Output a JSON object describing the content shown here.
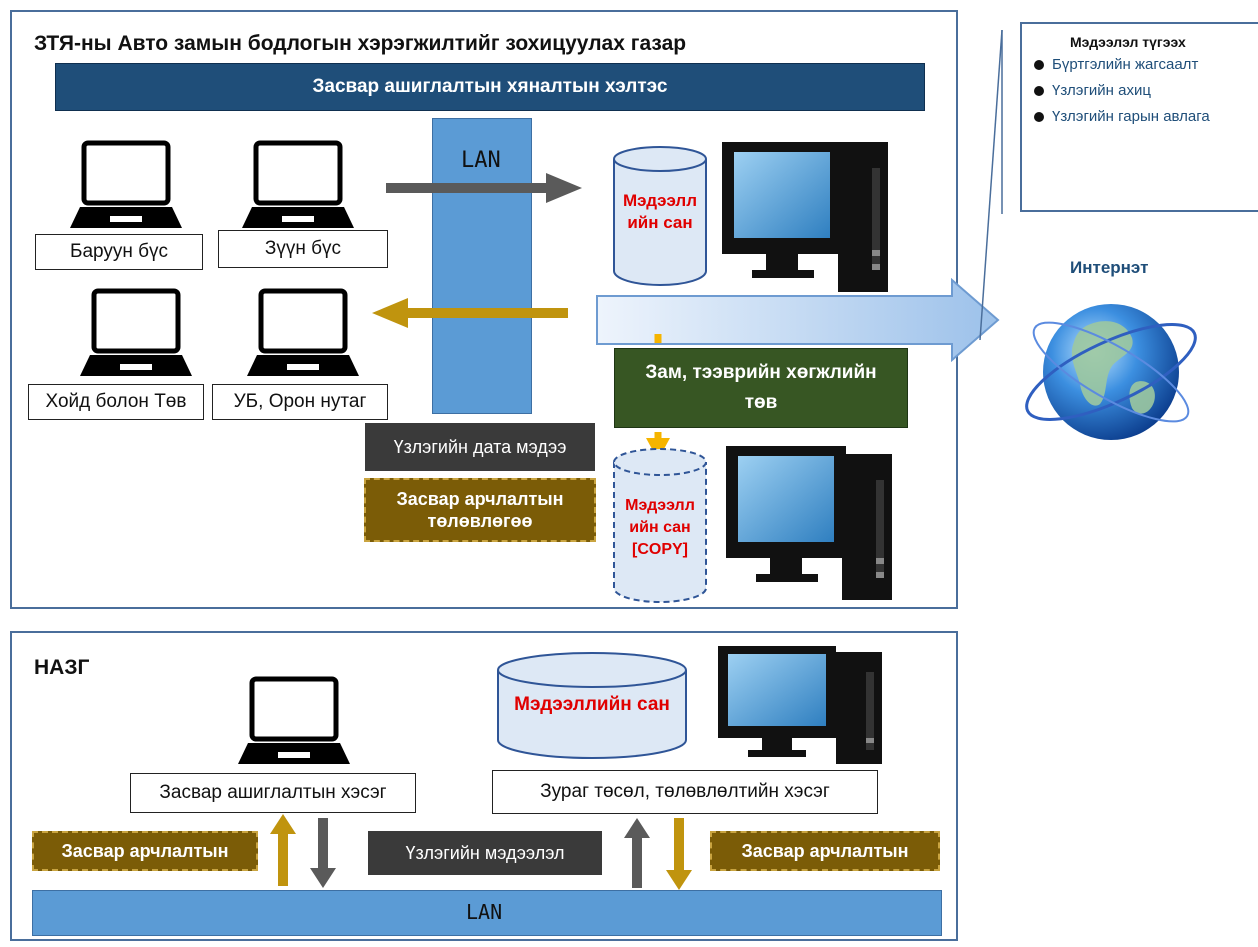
{
  "top_panel": {
    "title": "ЗТЯ-ны Авто замын бодлогын хэрэгжилтийг зохицуулах газар",
    "banner": "Засвар ашиглалтын хяналтын хэлтэс",
    "lan": "LAN",
    "laptops": [
      {
        "label": "Баруун бүс"
      },
      {
        "label": "Зүүн бүс"
      },
      {
        "label": "Хойд болон Төв"
      },
      {
        "label": "УБ, Орон нутаг"
      }
    ],
    "database": "Мэдээлл ийн сан",
    "database_copy": "Мэдээлл ийн сан [COPY]",
    "center_box": "Зам, тээврийн хөгжлийн төв",
    "survey_data": "Үзлэгийн дата мэдээ",
    "maintenance_plan": "Засвар арчлалтын төлөвлөгөө"
  },
  "info_box": {
    "title": "Мэдээлэл түгээх",
    "items": [
      "Бүртгэлийн жагсаалт",
      "Үзлэгийн ахиц",
      "Үзлэгийн гарын авлага"
    ]
  },
  "internet_label": "Интернэт",
  "bottom_panel": {
    "title": "НАЗГ",
    "database": "Мэдээллийн сан",
    "laptop_label": "Засвар ашиглалтын хэсэг",
    "design_label": "Зураг төсөл, төлөвлөлтийн хэсэг",
    "left_gold": "Засвар арчлалтын",
    "survey_info": "Үзлэгийн мэдээлэл",
    "right_gold": "Засвар арчлалтын",
    "lan": "LAN"
  },
  "colors": {
    "panel_border": "#4a6e9b",
    "banner": "#1f4e79",
    "lan": "#5b9bd5",
    "gold": "#7b5c07",
    "arrow_gold": "#c0940e",
    "arrow_gray": "#5a5a5a",
    "center_box": "#375623",
    "db_text": "#e00000"
  },
  "icons": [
    "laptop-icon",
    "desktop-computer-icon",
    "database-icon",
    "globe-icon",
    "bullet-icon"
  ]
}
